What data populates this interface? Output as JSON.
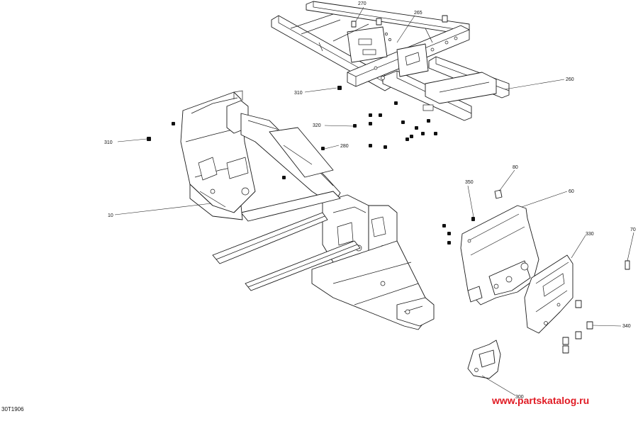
{
  "diagram": {
    "drawing_code": "30T1906",
    "watermark": "www.partskatalog.ru",
    "callouts": {
      "c270": "270",
      "c265": "265",
      "c260": "260",
      "c310a": "310",
      "c310b": "310",
      "c320": "320",
      "c280": "280",
      "c10": "10",
      "c80": "80",
      "c350": "350",
      "c60": "60",
      "c70": "70",
      "c330": "330",
      "c340": "340",
      "c300": "300"
    }
  }
}
